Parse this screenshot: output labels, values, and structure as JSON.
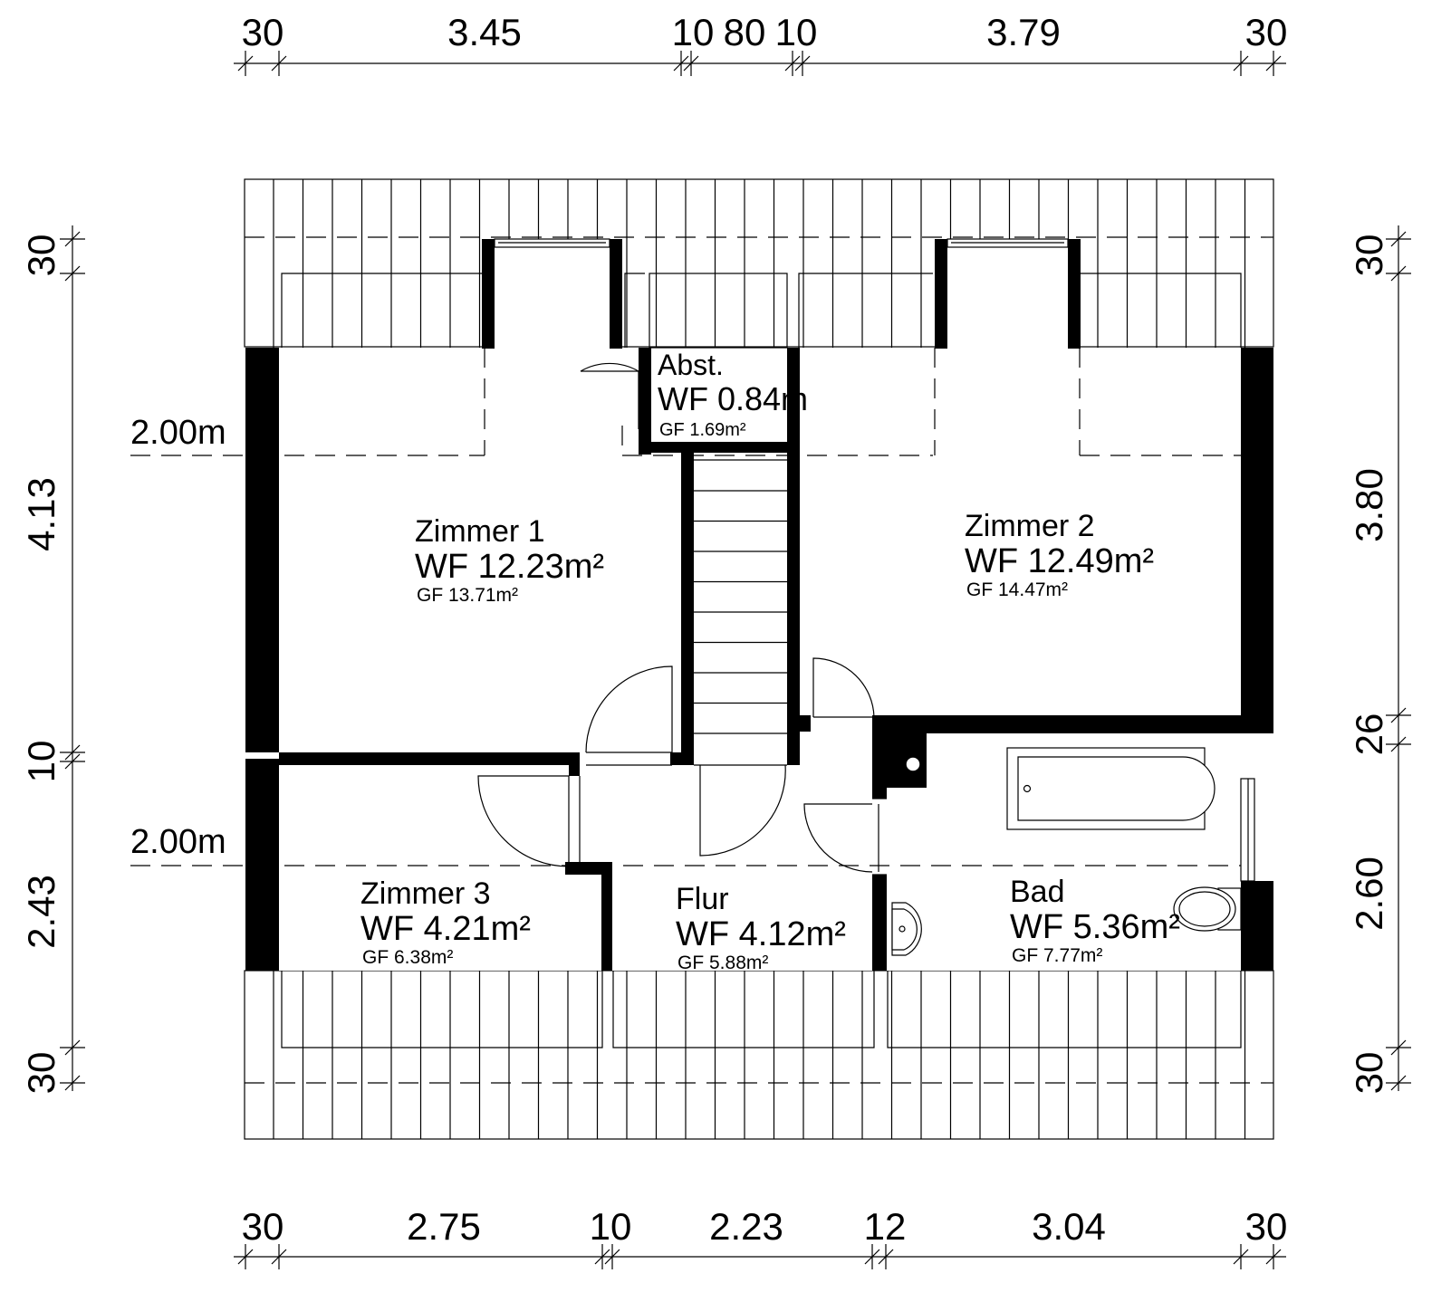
{
  "dimensions": {
    "top": [
      "30",
      "3.45",
      "10",
      "80",
      "10",
      "3.79",
      "30"
    ],
    "bottom": [
      "30",
      "2.75",
      "10",
      "2.23",
      "12",
      "3.04",
      "30"
    ],
    "left": [
      "30",
      "4.13",
      "10",
      "2.43",
      "30"
    ],
    "right": [
      "30",
      "3.80",
      "26",
      "2.60",
      "30"
    ]
  },
  "height_marks": [
    "2.00m",
    "2.00m"
  ],
  "rooms": {
    "zimmer1": {
      "name": "Zimmer 1",
      "wf": "WF 12.23m²",
      "gf": "GF 13.71m²"
    },
    "zimmer2": {
      "name": "Zimmer 2",
      "wf": "WF 12.49m²",
      "gf": "GF 14.47m²"
    },
    "zimmer3": {
      "name": "Zimmer 3",
      "wf": "WF 4.21m²",
      "gf": "GF 6.38m²"
    },
    "flur": {
      "name": "Flur",
      "wf": "WF 4.12m²",
      "gf": "GF 5.88m²"
    },
    "bad": {
      "name": "Bad",
      "wf": "WF 5.36m²",
      "gf": "GF 7.77m²"
    },
    "abst": {
      "name": "Abst.",
      "wf": "WF 0.84m",
      "gf": "GF 1.69m²"
    }
  }
}
